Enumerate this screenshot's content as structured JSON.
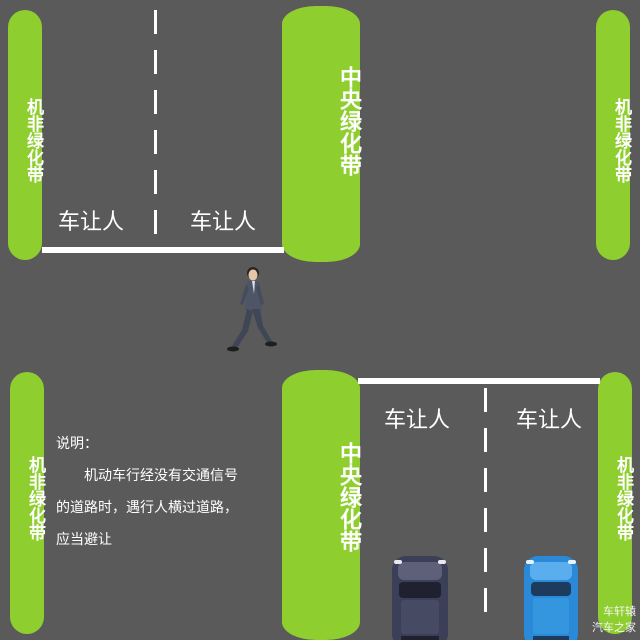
{
  "labels": {
    "side_strip": "机非绿化带",
    "median": "中央绿化带",
    "yield": "车让人"
  },
  "note": {
    "heading": "说明：",
    "line1": "机动车行经没有交通信号",
    "line2": "的道路时，遇行人横过道路，",
    "line3": "应当避让"
  },
  "watermark": {
    "line1": "车轩辕",
    "line2": "汽车之家"
  },
  "colors": {
    "road": "#5a5a5b",
    "greenbelt": "#8fce2f",
    "marking": "#ffffff",
    "car_dark": "#3b3f57",
    "car_blue": "#2a8ad8"
  },
  "icons": [
    "pedestrian-figure",
    "dark-car",
    "blue-car"
  ]
}
